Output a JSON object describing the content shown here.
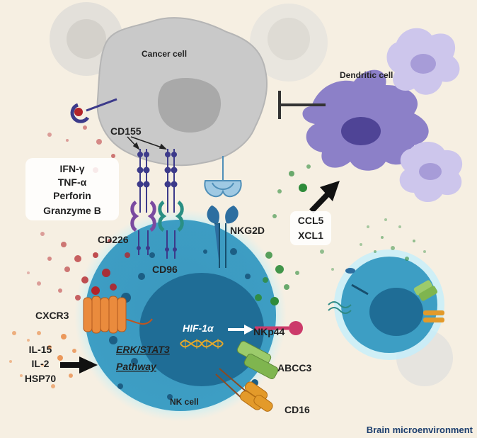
{
  "labels": {
    "cancer_cell": "Cancer cell",
    "dendritic_cell": "Dendritic cell",
    "cd155": "CD155",
    "cd226": "CD226",
    "cd96": "CD96",
    "nkg2d": "NKG2D",
    "cxcr3": "CXCR3",
    "hif": "HIF-1α",
    "nkp44": "NKp44",
    "abcc3": "ABCC3",
    "cd16": "CD16",
    "nk_cell": "NK cell",
    "pathway_line1": "ERK/STAT3",
    "pathway_line2": "Pathway",
    "brain": "Brain microenvironment"
  },
  "cytokines": [
    "IFN-γ",
    "TNF-α",
    "Perforin",
    "Granzyme B"
  ],
  "chemokines": [
    "CCL5",
    "XCL1"
  ],
  "stimuli": [
    "IL-15",
    "IL-2",
    "HSP70"
  ],
  "colors": {
    "background": "#f6efe2",
    "cancer_cell": "#c9c9c9",
    "nk_cell": "#3f9fc4",
    "nucleus": "#1f6d96",
    "dendritic_cell": "#8c80c8",
    "cxcr3": "#ea8b3d",
    "red_dots": "#b3242a",
    "green_dots": "#2e8b3a",
    "brain_text": "#1c3e6e"
  }
}
